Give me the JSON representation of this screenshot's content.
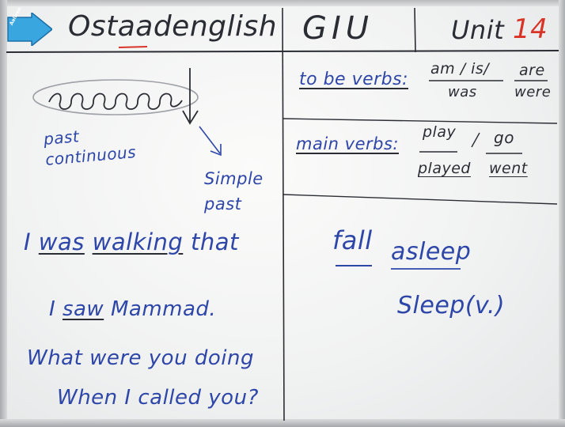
{
  "header": {
    "site_name": "Ostaadenglish",
    "course": "GIU",
    "unit_word": "Unit",
    "unit_number": "14",
    "tag_label": "Aelfren"
  },
  "left_panel": {
    "timeline_label_continuous": "past\ncontinuous",
    "timeline_label_simple": "Simple\npast",
    "example_line1_pre": "I",
    "example_line1_was": "was",
    "example_line1_walking": "walking",
    "example_line1_post": "that",
    "example_line2_pre": "I",
    "example_line2_saw": "saw",
    "example_line2_post": "Mammad.",
    "question_line1": "What were you doing",
    "question_line2": "When I called you?"
  },
  "right_panel": {
    "to_be_label": "to be verbs:",
    "to_be_present": "am / is/",
    "to_be_present_plural": "are",
    "to_be_past": "was",
    "to_be_past_plural": "were",
    "main_label": "main verbs:",
    "main_verb1": "play",
    "main_verb1_past": "played",
    "main_verb2": "go",
    "main_verb2_past": "went",
    "phrase_word1": "fall",
    "phrase_word2": "asleep",
    "phrase_word3": "Sleep(v.)"
  },
  "colors": {
    "marker_black": "#2a2d33",
    "marker_blue": "#2d46a8",
    "marker_red": "#d83428",
    "tag_blue": "#3aa6e0"
  }
}
